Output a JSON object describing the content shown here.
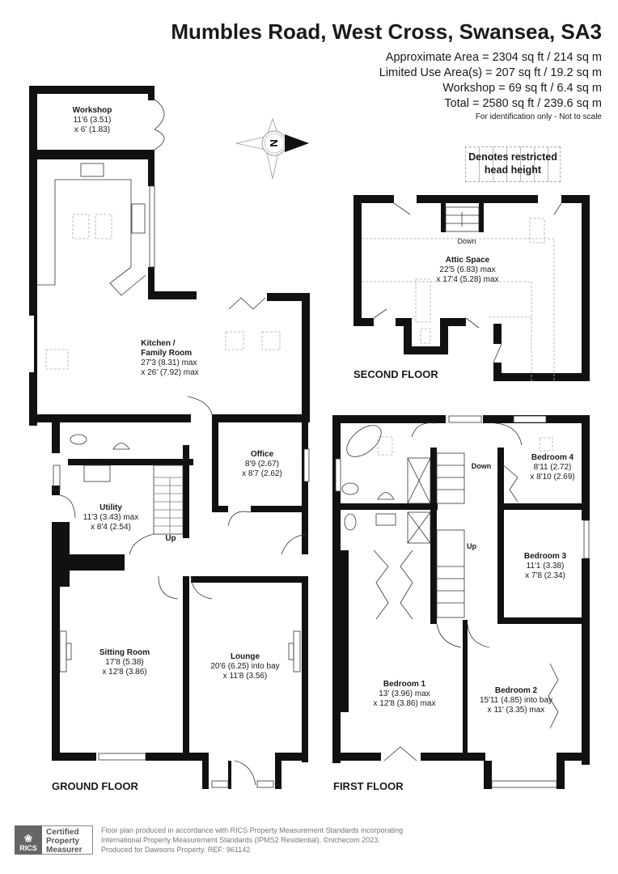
{
  "header": {
    "title": "Mumbles Road, West Cross, Swansea, SA3",
    "areas": [
      "Approximate Area = 2304 sq ft / 214 sq m",
      "Limited Use Area(s) = 207 sq ft / 19.2 sq m",
      "Workshop = 69 sq ft / 6.4 sq m",
      "Total = 2580 sq ft / 239.6 sq m"
    ],
    "note": "For identification only - Not to scale"
  },
  "legend": {
    "line1": "Denotes restricted",
    "line2": "head height"
  },
  "compass": {
    "label": "N",
    "icon": "north-compass-icon"
  },
  "floors": {
    "ground": {
      "label": "GROUND FLOOR",
      "rooms": [
        {
          "name": "Workshop",
          "dim1": "11'6 (3.51)",
          "dim2": "x 6' (1.83)"
        },
        {
          "name": "Kitchen /",
          "name2": "Family Room",
          "dim1": "27'3 (8.31) max",
          "dim2": "x 26' (7.92) max"
        },
        {
          "name": "Office",
          "dim1": "8'9 (2.67)",
          "dim2": "x 8'7 (2.62)"
        },
        {
          "name": "Utility",
          "dim1": "11'3 (3.43) max",
          "dim2": "x 8'4 (2.54)"
        },
        {
          "name": "Sitting Room",
          "dim1": "17'8 (5.38)",
          "dim2": "x 12'8 (3.86)"
        },
        {
          "name": "Lounge",
          "dim1": "20'6 (6.25) into bay",
          "dim2": "x 11'8 (3.56)"
        }
      ],
      "stairs": "Up"
    },
    "first": {
      "label": "FIRST FLOOR",
      "rooms": [
        {
          "name": "Bedroom 4",
          "dim1": "8'11 (2.72)",
          "dim2": "x 8'10 (2.69)"
        },
        {
          "name": "Bedroom 3",
          "dim1": "11'1 (3.38)",
          "dim2": "x 7'8 (2.34)"
        },
        {
          "name": "Bedroom 1",
          "dim1": "13' (3.96) max",
          "dim2": "x 12'8 (3.86) max"
        },
        {
          "name": "Bedroom 2",
          "dim1": "15'11 (4.85) into bay",
          "dim2": "x 11' (3.35) max"
        }
      ],
      "stairs_down": "Down",
      "stairs_up": "Up"
    },
    "second": {
      "label": "SECOND FLOOR",
      "rooms": [
        {
          "name": "Attic Space",
          "dim1": "22'5 (6.83) max",
          "dim2": "x 17'4 (5.28) max"
        }
      ],
      "stairs": "Down"
    }
  },
  "footer": {
    "badge": "RICS",
    "cert_lines": [
      "Certified",
      "Property",
      "Measurer"
    ],
    "lines": [
      "Floor plan produced in accordance with RICS Property Measurement Standards incorporating",
      "International Property Measurement Standards (IPMS2 Residential).   ©nichecom 2023.",
      "Produced for Dawsons Property.   REF:  961142"
    ]
  }
}
